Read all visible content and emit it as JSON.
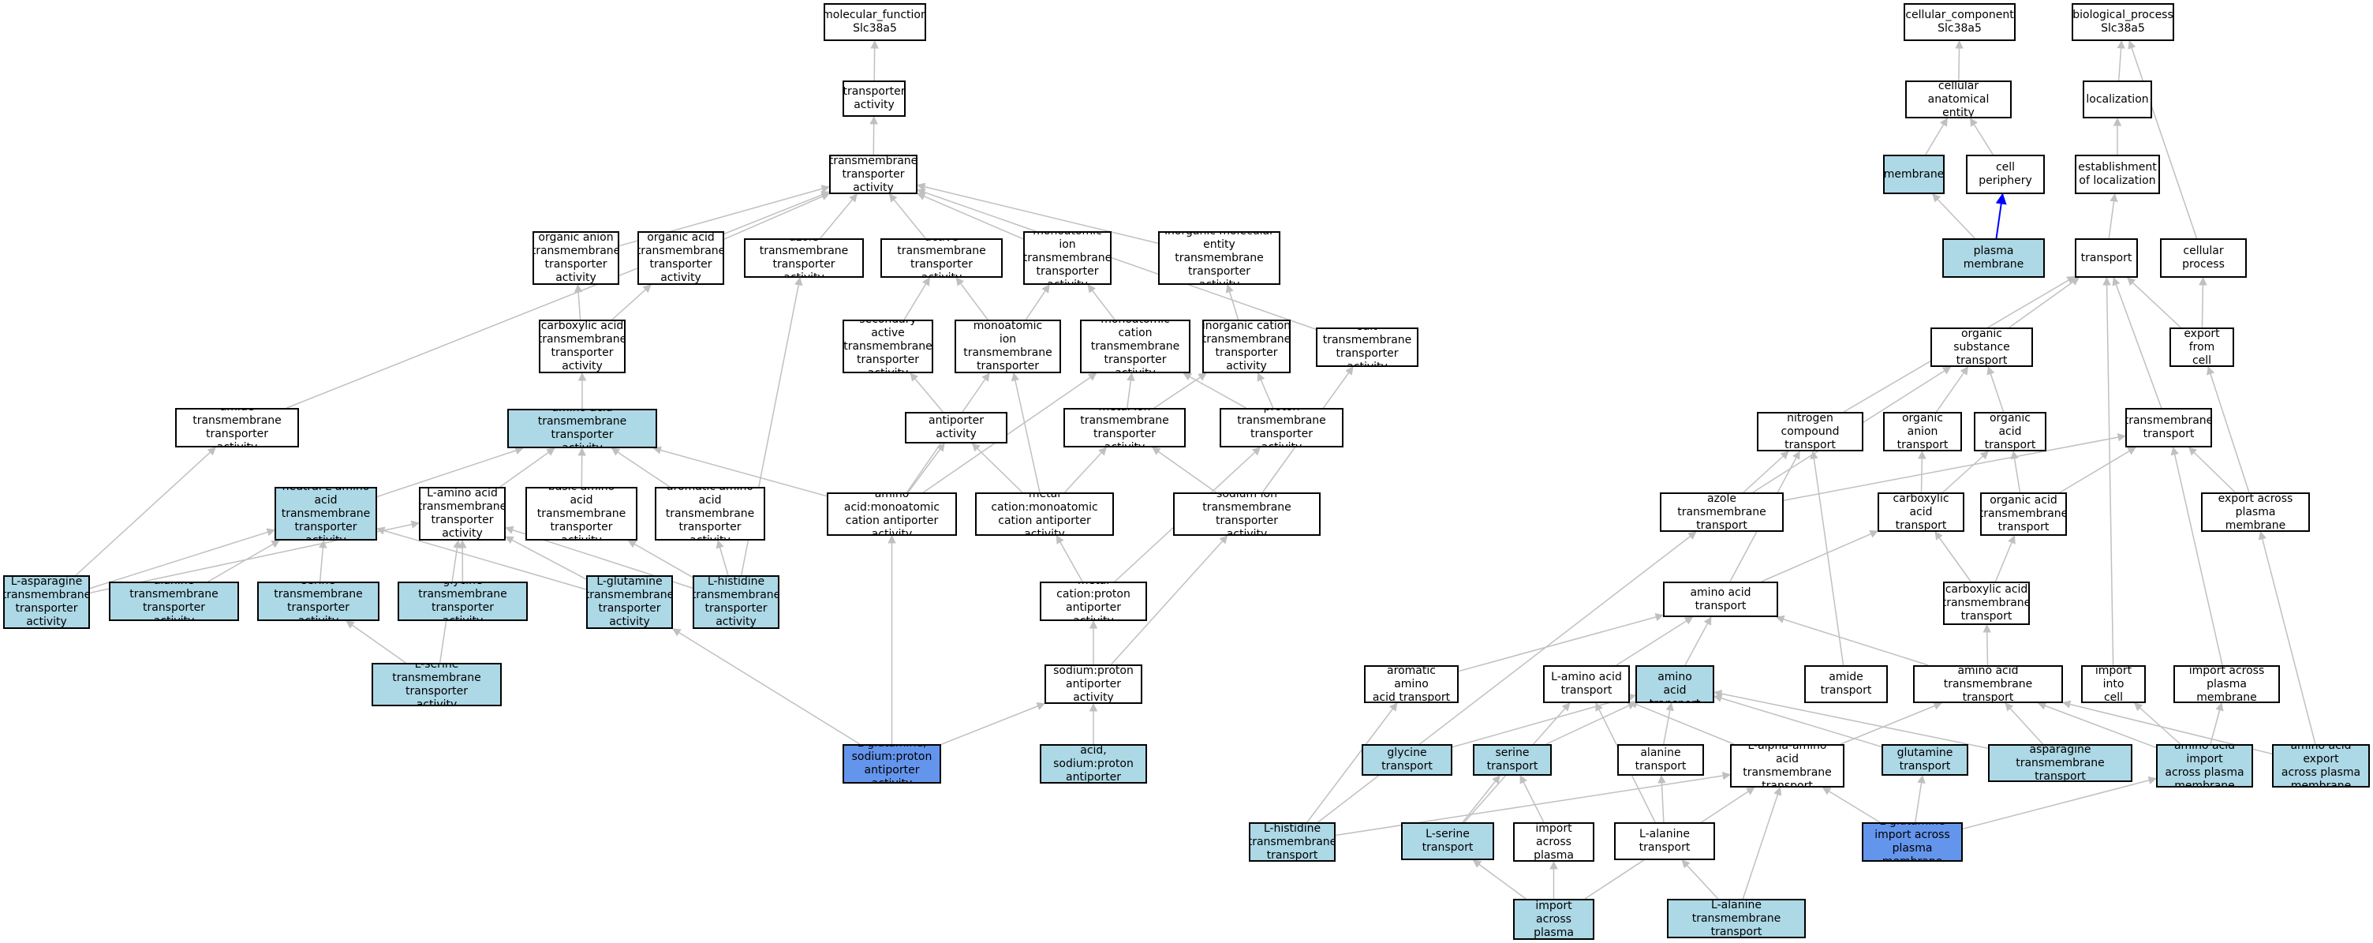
{
  "graph": {
    "nodes": {
      "mf_root": {
        "label": "molecular_function\nSlc38a5",
        "color": "white"
      },
      "transporter_act": {
        "label": "transporter\nactivity",
        "color": "white"
      },
      "tm_transporter": {
        "label": "transmembrane\ntransporter\nactivity",
        "color": "white"
      },
      "organic_anion_tm": {
        "label": "organic anion\ntransmembrane\ntransporter\nactivity",
        "color": "white"
      },
      "organic_acid_tm": {
        "label": "organic acid\ntransmembrane\ntransporter\nactivity",
        "color": "white"
      },
      "azole_tm": {
        "label": "azole transmembrane\ntransporter\nactivity",
        "color": "white"
      },
      "active_tm": {
        "label": "active transmembrane\ntransporter\nactivity",
        "color": "white"
      },
      "monoatomic_ion_tm": {
        "label": "monoatomic ion\ntransmembrane\ntransporter\nactivity",
        "color": "white"
      },
      "inorganic_mol_tm": {
        "label": "inorganic molecular\nentity transmembrane\ntransporter\nactivity",
        "color": "white"
      },
      "carboxylic_tm": {
        "label": "carboxylic acid\ntransmembrane\ntransporter\nactivity",
        "color": "white"
      },
      "secondary_active": {
        "label": "secondary active\ntransmembrane\ntransporter\nactivity",
        "color": "white"
      },
      "active_monoatomic": {
        "label": "active monoatomic\nion transmembrane\ntransporter\nactivity",
        "color": "white"
      },
      "monoatomic_cation": {
        "label": "monoatomic cation\ntransmembrane\ntransporter\nactivity",
        "color": "white"
      },
      "inorganic_cation": {
        "label": "inorganic cation\ntransmembrane\ntransporter\nactivity",
        "color": "white"
      },
      "salt_tm": {
        "label": "salt transmembrane\ntransporter\nactivity",
        "color": "white"
      },
      "amide_tm": {
        "label": "amide transmembrane\ntransporter\nactivity",
        "color": "white"
      },
      "aa_tm": {
        "label": "amino acid transmembrane\ntransporter\nactivity",
        "color": "light"
      },
      "antiporter": {
        "label": "antiporter activity",
        "color": "white"
      },
      "metal_ion_tm": {
        "label": "metal ion transmembrane\ntransporter\nactivity",
        "color": "white"
      },
      "proton_tm": {
        "label": "proton transmembrane\ntransporter\nactivity",
        "color": "white"
      },
      "neutral_l_aa_tm": {
        "label": "neutral L-amino\nacid transmembrane\ntransporter\nactivity",
        "color": "light"
      },
      "l_aa_tm": {
        "label": "L-amino acid\ntransmembrane\ntransporter\nactivity",
        "color": "white"
      },
      "basic_aa_tm": {
        "label": "basic amino\nacid transmembrane\ntransporter\nactivity",
        "color": "white"
      },
      "aromatic_aa_tm": {
        "label": "aromatic amino\nacid transmembrane\ntransporter\nactivity",
        "color": "white"
      },
      "aa_monoatomic_anti": {
        "label": "amino acid:monoatomic\ncation antiporter\nactivity",
        "color": "white"
      },
      "metal_cation_anti": {
        "label": "metal cation:monoatomic\ncation antiporter\nactivity",
        "color": "white"
      },
      "sodium_ion_tm": {
        "label": "sodium ion transmembrane\ntransporter\nactivity",
        "color": "white"
      },
      "l_asparagine_tm": {
        "label": "L-asparagine\ntransmembrane\ntransporter\nactivity",
        "color": "light"
      },
      "alanine_tm": {
        "label": "alanine transmembrane\ntransporter\nactivity",
        "color": "light"
      },
      "serine_tm": {
        "label": "serine transmembrane\ntransporter\nactivity",
        "color": "light"
      },
      "glycine_tm": {
        "label": "glycine transmembrane\ntransporter\nactivity",
        "color": "light"
      },
      "l_glutamine_tm": {
        "label": "L-glutamine\ntransmembrane\ntransporter\nactivity",
        "color": "light"
      },
      "l_histidine_tm": {
        "label": "L-histidine\ntransmembrane\ntransporter\nactivity",
        "color": "light"
      },
      "metal_cation_proton": {
        "label": "metal cation:proton\nantiporter activity",
        "color": "white"
      },
      "l_serine_tm": {
        "label": "L-serine transmembrane\ntransporter\nactivity",
        "color": "light"
      },
      "sodium_proton": {
        "label": "sodium:proton\nantiporter activity",
        "color": "white"
      },
      "l_gln_sodium_proton": {
        "label": "L-glutamine,\nsodium:proton\nantiporter activity",
        "color": "blue"
      },
      "neutral_aa_sodium_proton": {
        "label": "neutral amino\nacid, sodium:proton\nantiporter activity",
        "color": "light"
      },
      "cc_root": {
        "label": "cellular_component\nSlc38a5",
        "color": "white"
      },
      "cell_anatomical": {
        "label": "cellular anatomical\nentity",
        "color": "white"
      },
      "membrane": {
        "label": "membrane",
        "color": "light"
      },
      "cell_periphery": {
        "label": "cell periphery",
        "color": "white"
      },
      "plasma_membrane": {
        "label": "plasma membrane",
        "color": "light"
      },
      "bp_root": {
        "label": "biological_process\nSlc38a5",
        "color": "white"
      },
      "localization": {
        "label": "localization",
        "color": "white"
      },
      "establishment_loc": {
        "label": "establishment\nof localization",
        "color": "white"
      },
      "transport": {
        "label": "transport",
        "color": "white"
      },
      "cellular_process": {
        "label": "cellular process",
        "color": "white"
      },
      "organic_substance": {
        "label": "organic substance\ntransport",
        "color": "white"
      },
      "export_from_cell": {
        "label": "export from\ncell",
        "color": "white"
      },
      "nitrogen_compound": {
        "label": "nitrogen compound\ntransport",
        "color": "white"
      },
      "organic_anion": {
        "label": "organic anion\ntransport",
        "color": "white"
      },
      "organic_acid": {
        "label": "organic acid\ntransport",
        "color": "white"
      },
      "tm_transport": {
        "label": "transmembrane\ntransport",
        "color": "white"
      },
      "azole_tm_transport": {
        "label": "azole transmembrane\ntransport",
        "color": "white"
      },
      "carboxylic_transport": {
        "label": "carboxylic acid\ntransport",
        "color": "white"
      },
      "organic_acid_tm_transport": {
        "label": "organic acid\ntransmembrane\ntransport",
        "color": "white"
      },
      "export_across_pm": {
        "label": "export across\nplasma membrane",
        "color": "white"
      },
      "aa_transport": {
        "label": "amino acid transport",
        "color": "white"
      },
      "carboxylic_tm_transport": {
        "label": "carboxylic acid\ntransmembrane\ntransport",
        "color": "white"
      },
      "aromatic_aa_transport": {
        "label": "aromatic amino\nacid transport",
        "color": "white"
      },
      "l_aa_transport": {
        "label": "L-amino acid\ntransport",
        "color": "white"
      },
      "neutral_aa_transport": {
        "label": "neutral amino\nacid transport",
        "color": "light"
      },
      "amide_transport": {
        "label": "amide transport",
        "color": "white"
      },
      "aa_tm_transport": {
        "label": "amino acid transmembrane\ntransport",
        "color": "white"
      },
      "import_into_cell": {
        "label": "import into\ncell",
        "color": "white"
      },
      "import_across_pm": {
        "label": "import across\nplasma membrane",
        "color": "white"
      },
      "glycine_transport": {
        "label": "glycine transport",
        "color": "light"
      },
      "serine_transport": {
        "label": "serine transport",
        "color": "light"
      },
      "alanine_transport": {
        "label": "alanine transport",
        "color": "white"
      },
      "l_alpha_aa_tm": {
        "label": "L-alpha-amino\nacid transmembrane\ntransport",
        "color": "white"
      },
      "glutamine_transport": {
        "label": "glutamine transport",
        "color": "light"
      },
      "asparagine_tm_transport": {
        "label": "asparagine transmembrane\ntransport",
        "color": "light"
      },
      "aa_import_pm": {
        "label": "amino acid import\nacross plasma\nmembrane",
        "color": "light"
      },
      "aa_export_pm": {
        "label": "amino acid export\nacross plasma\nmembrane",
        "color": "light"
      },
      "l_histidine_tm_transport": {
        "label": "L-histidine\ntransmembrane\ntransport",
        "color": "light"
      },
      "l_serine_transport": {
        "label": "L-serine transport",
        "color": "light"
      },
      "serine_import_pm": {
        "label": "serine import\nacross plasma\nmembrane",
        "color": "white"
      },
      "l_alanine_transport": {
        "label": "L-alanine transport",
        "color": "white"
      },
      "l_gln_import_pm": {
        "label": "L-glutamine\nimport across\nplasma membrane",
        "color": "blue"
      },
      "l_serine_import_pm": {
        "label": "L-serine import\nacross plasma\nmembrane",
        "color": "light"
      },
      "l_alanine_tm_transport": {
        "label": "L-alanine transmembrane\ntransport",
        "color": "light"
      }
    },
    "edges": [
      [
        "transporter_act",
        "mf_root"
      ],
      [
        "tm_transporter",
        "transporter_act"
      ],
      [
        "organic_anion_tm",
        "tm_transporter"
      ],
      [
        "organic_acid_tm",
        "tm_transporter"
      ],
      [
        "azole_tm",
        "tm_transporter"
      ],
      [
        "active_tm",
        "tm_transporter"
      ],
      [
        "monoatomic_ion_tm",
        "tm_transporter"
      ],
      [
        "inorganic_mol_tm",
        "tm_transporter"
      ],
      [
        "amide_tm",
        "tm_transporter"
      ],
      [
        "salt_tm",
        "tm_transporter"
      ],
      [
        "carboxylic_tm",
        "organic_anion_tm"
      ],
      [
        "carboxylic_tm",
        "organic_acid_tm"
      ],
      [
        "secondary_active",
        "active_tm"
      ],
      [
        "active_monoatomic",
        "active_tm"
      ],
      [
        "active_monoatomic",
        "monoatomic_ion_tm"
      ],
      [
        "monoatomic_cation",
        "monoatomic_ion_tm"
      ],
      [
        "inorganic_cation",
        "inorganic_mol_tm"
      ],
      [
        "aa_tm",
        "carboxylic_tm"
      ],
      [
        "antiporter",
        "secondary_active"
      ],
      [
        "metal_ion_tm",
        "monoatomic_cation"
      ],
      [
        "metal_ion_tm",
        "inorganic_cation"
      ],
      [
        "proton_tm",
        "monoatomic_cation"
      ],
      [
        "proton_tm",
        "inorganic_cation"
      ],
      [
        "neutral_l_aa_tm",
        "aa_tm"
      ],
      [
        "l_aa_tm",
        "aa_tm"
      ],
      [
        "basic_aa_tm",
        "aa_tm"
      ],
      [
        "aromatic_aa_tm",
        "aa_tm"
      ],
      [
        "aa_monoatomic_anti",
        "aa_tm"
      ],
      [
        "aa_monoatomic_anti",
        "antiporter"
      ],
      [
        "aa_monoatomic_anti",
        "active_monoatomic"
      ],
      [
        "aa_monoatomic_anti",
        "monoatomic_cation"
      ],
      [
        "metal_cation_anti",
        "antiporter"
      ],
      [
        "metal_cation_anti",
        "metal_ion_tm"
      ],
      [
        "metal_cation_anti",
        "active_monoatomic"
      ],
      [
        "sodium_ion_tm",
        "metal_ion_tm"
      ],
      [
        "sodium_ion_tm",
        "salt_tm"
      ],
      [
        "l_asparagine_tm",
        "neutral_l_aa_tm"
      ],
      [
        "l_asparagine_tm",
        "l_aa_tm"
      ],
      [
        "l_asparagine_tm",
        "amide_tm"
      ],
      [
        "alanine_tm",
        "neutral_l_aa_tm"
      ],
      [
        "serine_tm",
        "neutral_l_aa_tm"
      ],
      [
        "glycine_tm",
        "l_aa_tm"
      ],
      [
        "l_glutamine_tm",
        "neutral_l_aa_tm"
      ],
      [
        "l_glutamine_tm",
        "l_aa_tm"
      ],
      [
        "l_histidine_tm",
        "l_aa_tm"
      ],
      [
        "l_histidine_tm",
        "basic_aa_tm"
      ],
      [
        "l_histidine_tm",
        "aromatic_aa_tm"
      ],
      [
        "l_histidine_tm",
        "azole_tm"
      ],
      [
        "metal_cation_proton",
        "metal_cation_anti"
      ],
      [
        "metal_cation_proton",
        "proton_tm"
      ],
      [
        "l_serine_tm",
        "serine_tm"
      ],
      [
        "l_serine_tm",
        "l_aa_tm"
      ],
      [
        "sodium_proton",
        "metal_cation_proton"
      ],
      [
        "sodium_proton",
        "sodium_ion_tm"
      ],
      [
        "l_gln_sodium_proton",
        "sodium_proton"
      ],
      [
        "l_gln_sodium_proton",
        "aa_monoatomic_anti"
      ],
      [
        "l_gln_sodium_proton",
        "l_glutamine_tm"
      ],
      [
        "neutral_aa_sodium_proton",
        "sodium_proton"
      ],
      [
        "cell_anatomical",
        "cc_root"
      ],
      [
        "membrane",
        "cell_anatomical"
      ],
      [
        "cell_periphery",
        "cell_anatomical"
      ],
      [
        "plasma_membrane",
        "membrane"
      ],
      [
        "plasma_membrane",
        "cell_periphery",
        "blue"
      ],
      [
        "localization",
        "bp_root"
      ],
      [
        "establishment_loc",
        "localization"
      ],
      [
        "transport",
        "establishment_loc"
      ],
      [
        "cellular_process",
        "bp_root"
      ],
      [
        "organic_substance",
        "transport"
      ],
      [
        "export_from_cell",
        "transport"
      ],
      [
        "export_from_cell",
        "cellular_process"
      ],
      [
        "nitrogen_compound",
        "transport"
      ],
      [
        "organic_anion",
        "organic_substance"
      ],
      [
        "organic_acid",
        "organic_substance"
      ],
      [
        "tm_transport",
        "transport"
      ],
      [
        "azole_tm_transport",
        "organic_substance"
      ],
      [
        "azole_tm_transport",
        "nitrogen_compound"
      ],
      [
        "azole_tm_transport",
        "tm_transport"
      ],
      [
        "carboxylic_transport",
        "organic_anion"
      ],
      [
        "carboxylic_transport",
        "organic_acid"
      ],
      [
        "organic_acid_tm_transport",
        "organic_acid"
      ],
      [
        "organic_acid_tm_transport",
        "tm_transport"
      ],
      [
        "export_across_pm",
        "export_from_cell"
      ],
      [
        "export_across_pm",
        "tm_transport"
      ],
      [
        "aa_transport",
        "carboxylic_transport"
      ],
      [
        "aa_transport",
        "nitrogen_compound"
      ],
      [
        "carboxylic_tm_transport",
        "carboxylic_transport"
      ],
      [
        "carboxylic_tm_transport",
        "organic_acid_tm_transport"
      ],
      [
        "aromatic_aa_transport",
        "aa_transport"
      ],
      [
        "l_aa_transport",
        "aa_transport"
      ],
      [
        "neutral_aa_transport",
        "aa_transport"
      ],
      [
        "amide_transport",
        "nitrogen_compound"
      ],
      [
        "aa_tm_transport",
        "aa_transport"
      ],
      [
        "aa_tm_transport",
        "carboxylic_tm_transport"
      ],
      [
        "import_into_cell",
        "transport"
      ],
      [
        "import_across_pm",
        "tm_transport"
      ],
      [
        "glycine_transport",
        "neutral_aa_transport"
      ],
      [
        "serine_transport",
        "neutral_aa_transport"
      ],
      [
        "alanine_transport",
        "neutral_aa_transport"
      ],
      [
        "l_alpha_aa_tm",
        "l_aa_transport"
      ],
      [
        "l_alpha_aa_tm",
        "aa_tm_transport"
      ],
      [
        "glutamine_transport",
        "neutral_aa_transport"
      ],
      [
        "asparagine_tm_transport",
        "neutral_aa_transport"
      ],
      [
        "asparagine_tm_transport",
        "aa_tm_transport"
      ],
      [
        "aa_import_pm",
        "import_into_cell"
      ],
      [
        "aa_import_pm",
        "import_across_pm"
      ],
      [
        "aa_import_pm",
        "aa_tm_transport"
      ],
      [
        "aa_export_pm",
        "export_across_pm"
      ],
      [
        "aa_export_pm",
        "aa_tm_transport"
      ],
      [
        "l_histidine_tm_transport",
        "aromatic_aa_transport"
      ],
      [
        "l_histidine_tm_transport",
        "azole_tm_transport"
      ],
      [
        "l_histidine_tm_transport",
        "l_alpha_aa_tm"
      ],
      [
        "l_serine_transport",
        "serine_transport"
      ],
      [
        "l_serine_transport",
        "l_aa_transport"
      ],
      [
        "serine_import_pm",
        "serine_transport"
      ],
      [
        "l_alanine_transport",
        "alanine_transport"
      ],
      [
        "l_alanine_transport",
        "l_aa_transport"
      ],
      [
        "l_gln_import_pm",
        "glutamine_transport"
      ],
      [
        "l_gln_import_pm",
        "l_alpha_aa_tm"
      ],
      [
        "l_gln_import_pm",
        "aa_import_pm"
      ],
      [
        "l_serine_import_pm",
        "l_serine_transport"
      ],
      [
        "l_serine_import_pm",
        "serine_import_pm"
      ],
      [
        "l_serine_import_pm",
        "l_alpha_aa_tm"
      ],
      [
        "l_alanine_tm_transport",
        "l_alanine_transport"
      ],
      [
        "l_alanine_tm_transport",
        "l_alpha_aa_tm"
      ]
    ]
  },
  "colors": {
    "white": "#ffffff",
    "light": "#add8e6",
    "blue": "#6495ed",
    "edge": "#c0c0c0",
    "highlight_edge": "#0000ff"
  }
}
